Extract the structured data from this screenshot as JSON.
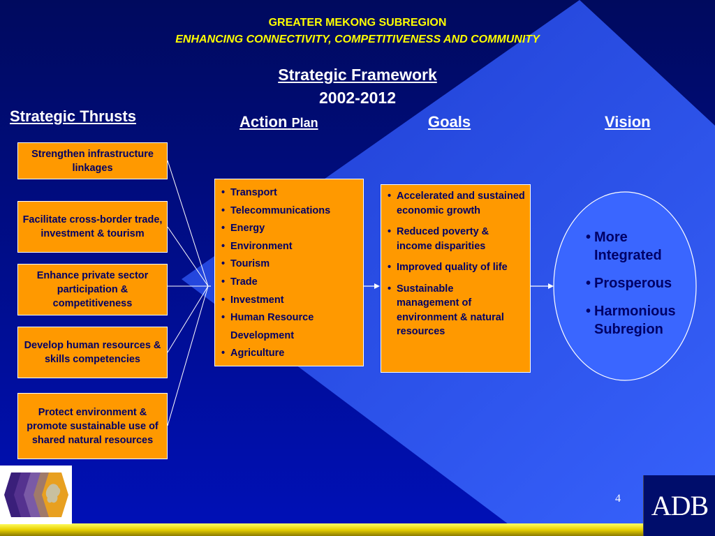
{
  "header": {
    "line1": "GREATER MEKONG SUBREGION",
    "line2": "ENHANCING CONNECTIVITY, COMPETITIVENESS AND COMMUNITY"
  },
  "framework": {
    "title": "Strategic Framework",
    "years": "2002-2012"
  },
  "columns": {
    "thrusts": "Strategic Thrusts",
    "action": "Action",
    "plan": "Plan",
    "goals": "Goals",
    "vision": "Vision"
  },
  "thrusts": [
    "Strengthen infrastructure linkages",
    "Facilitate cross-border trade, investment & tourism",
    "Enhance private sector participation & competitiveness",
    "Develop human resources & skills competencies",
    "Protect environment & promote sustainable use of shared natural resources"
  ],
  "action_plan": [
    "Transport",
    "Telecommunications",
    "Energy",
    "Environment",
    "Tourism",
    "Trade",
    "Investment",
    "Human Resource Development",
    "Agriculture"
  ],
  "goals": [
    "Accelerated and sustained economic growth",
    "Reduced poverty & income disparities",
    "Improved quality of life",
    "Sustainable management of environment & natural resources"
  ],
  "vision": [
    "More Integrated",
    "Prosperous",
    "Harmonious Subregion"
  ],
  "page_number": "4",
  "logo_text": "ADB",
  "colors": {
    "background": "#000d6b",
    "diamond": "#2b55e8",
    "box_fill": "#ff9900",
    "header_text": "#ffff00",
    "box_text": "#000066"
  }
}
